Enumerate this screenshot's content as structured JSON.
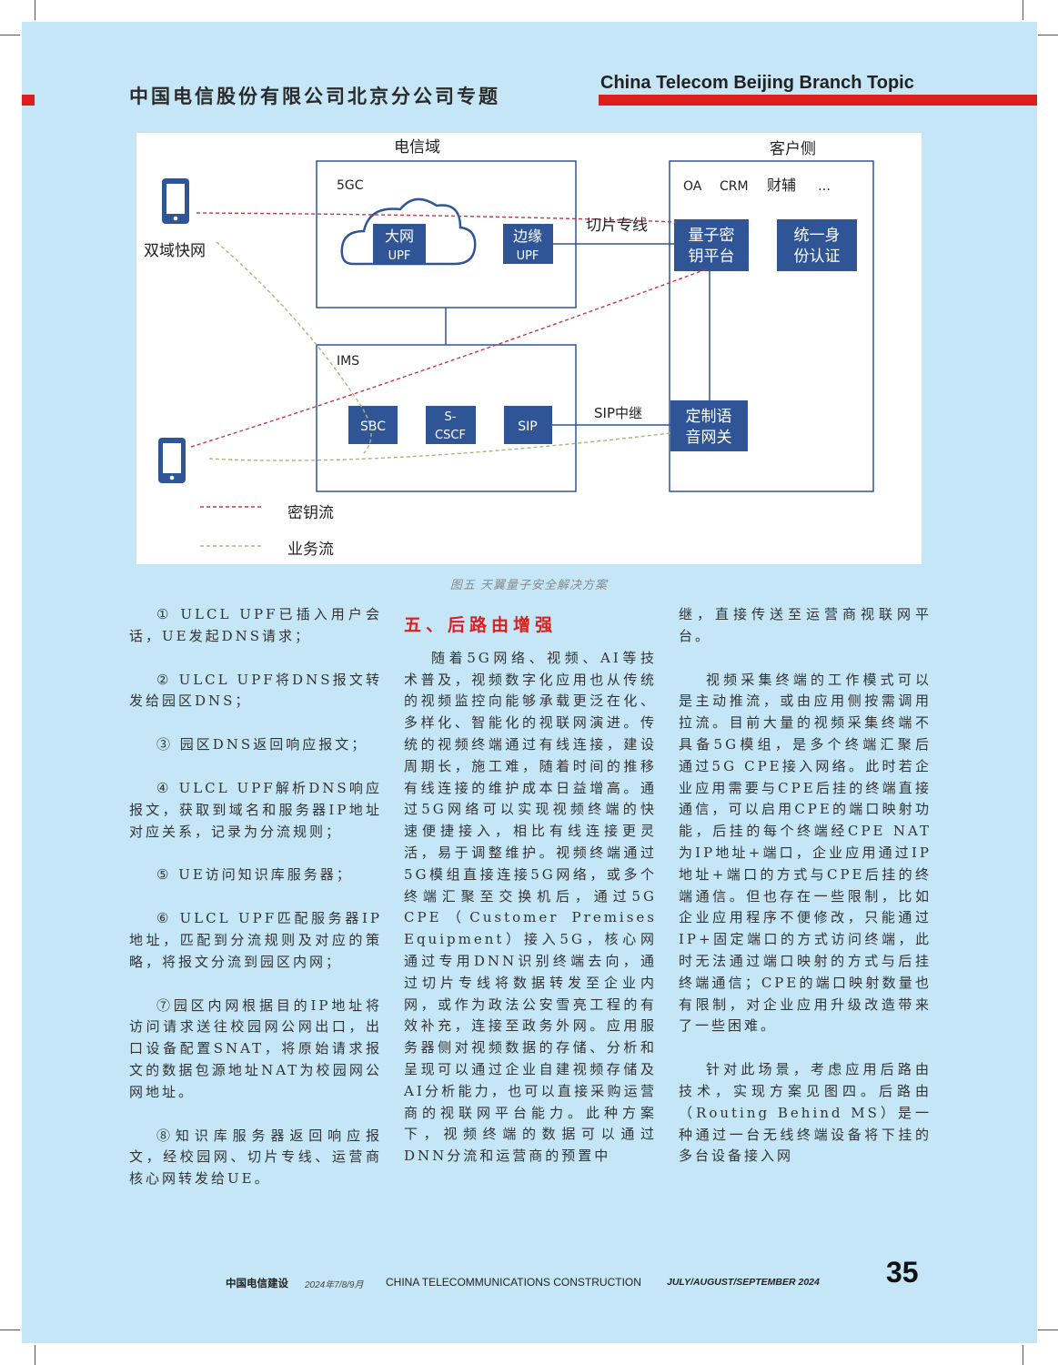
{
  "header": {
    "title_cn": "中国电信股份有限公司北京分公司专题",
    "title_en": "China Telecom Beijing Branch Topic",
    "accent_color": "#d9201f",
    "background_color": "#c5e6f6"
  },
  "figure": {
    "telecom_domain": "电信域",
    "customer_side": "客户侧",
    "core_5gc": "5GC",
    "big_net": "大网",
    "upf": "UPF",
    "edge": "边缘",
    "slice_line": "切片专线",
    "oa": "OA",
    "crm": "CRM",
    "finance": "财辅",
    "ellipsis": "…",
    "quantum_l1": "量子密",
    "quantum_l2": "钥平台",
    "auth_l1": "统一身",
    "auth_l2": "份认证",
    "dual_net": "双域快网",
    "ims": "IMS",
    "sbc": "SBC",
    "scscf_l1": "S-",
    "scscf_l2": "CSCF",
    "sip": "SIP",
    "sip_trunk": "SIP中继",
    "voice_l1": "定制语",
    "voice_l2": "音网关",
    "legend_key": "密钥流",
    "legend_service": "业务流",
    "key_flow_color": "#c0394b",
    "service_flow_color": "#a8b87a",
    "box_color": "#2f5597"
  },
  "caption": "图五 天翼量子安全解决方案",
  "col1": {
    "p1": "① ULCL UPF已插入用户会话，UE发起DNS请求；",
    "p2": "② ULCL UPF将DNS报文转发给园区DNS；",
    "p3": "③ 园区DNS返回响应报文；",
    "p4": "④ ULCL UPF解析DNS响应报文，获取到域名和服务器IP地址对应关系，记录为分流规则；",
    "p5": "⑤ UE访问知识库服务器；",
    "p6": "⑥ ULCL UPF匹配服务器IP地址，匹配到分流规则及对应的策略，将报文分流到园区内网；",
    "p7": "⑦园区内网根据目的IP地址将访问请求送往校园网公网出口，出口设备配置SNAT，将原始请求报文的数据包源地址NAT为校园网公网地址。",
    "p8": "⑧知识库服务器返回响应报文，经校园网、切片专线、运营商核心网转发给UE。"
  },
  "col2": {
    "section_title": "五、后路由增强",
    "p1": "随着5G网络、视频、AI等技术普及，视频数字化应用也从传统的视频监控向能够承载更泛在化、多样化、智能化的视联网演进。传统的视频终端通过有线连接，建设周期长，施工难，随着时间的推移有线连接的维护成本日益增高。通过5G网络可以实现视频终端的快速便捷接入，相比有线连接更灵活，易于调整维护。视频终端通过5G模组直接连接5G网络，或多个终端汇聚至交换机后，通过5G CPE（Customer Premises Equipment）接入5G，核心网通过专用DNN识别终端去向，通过切片专线将数据转发至企业内网，或作为政法公安雪亮工程的有效补充，连接至政务外网。应用服务器侧对视频数据的存储、分析和呈现可以通过企业自建视频存储及AI分析能力，也可以直接采购运营商的视联网平台能力。此种方案下，视频终端的数据可以通过DNN分流和运营商的预置中"
  },
  "col3": {
    "p0": "继，直接传送至运营商视联网平台。",
    "p1": "视频采集终端的工作模式可以是主动推流，或由应用侧按需调用拉流。目前大量的视频采集终端不具备5G模组，是多个终端汇聚后通过5G CPE接入网络。此时若企业应用需要与CPE后挂的终端直接通信，可以启用CPE的端口映射功能，后挂的每个终端经CPE NAT为IP地址+端口，企业应用通过IP地址+端口的方式与CPE后挂的终端通信。但也存在一些限制，比如企业应用程序不便修改，只能通过IP+固定端口的方式访问终端，此时无法通过端口映射的方式与后挂终端通信；CPE的端口映射数量也有限制，对企业应用升级改造带来了一些困难。",
    "p2": "针对此场景，考虑应用后路由技术，实现方案见图四。后路由（Routing Behind MS）是一种通过一台无线终端设备将下挂的多台设备接入网"
  },
  "footer": {
    "magazine_cn": "中国电信建设",
    "date_cn": "2024年7/8/9月",
    "magazine_en": "CHINA TELECOMMUNICATIONS CONSTRUCTION",
    "date_en": "JULY/AUGUST/SEPTEMBER 2024",
    "page_number": "35"
  }
}
